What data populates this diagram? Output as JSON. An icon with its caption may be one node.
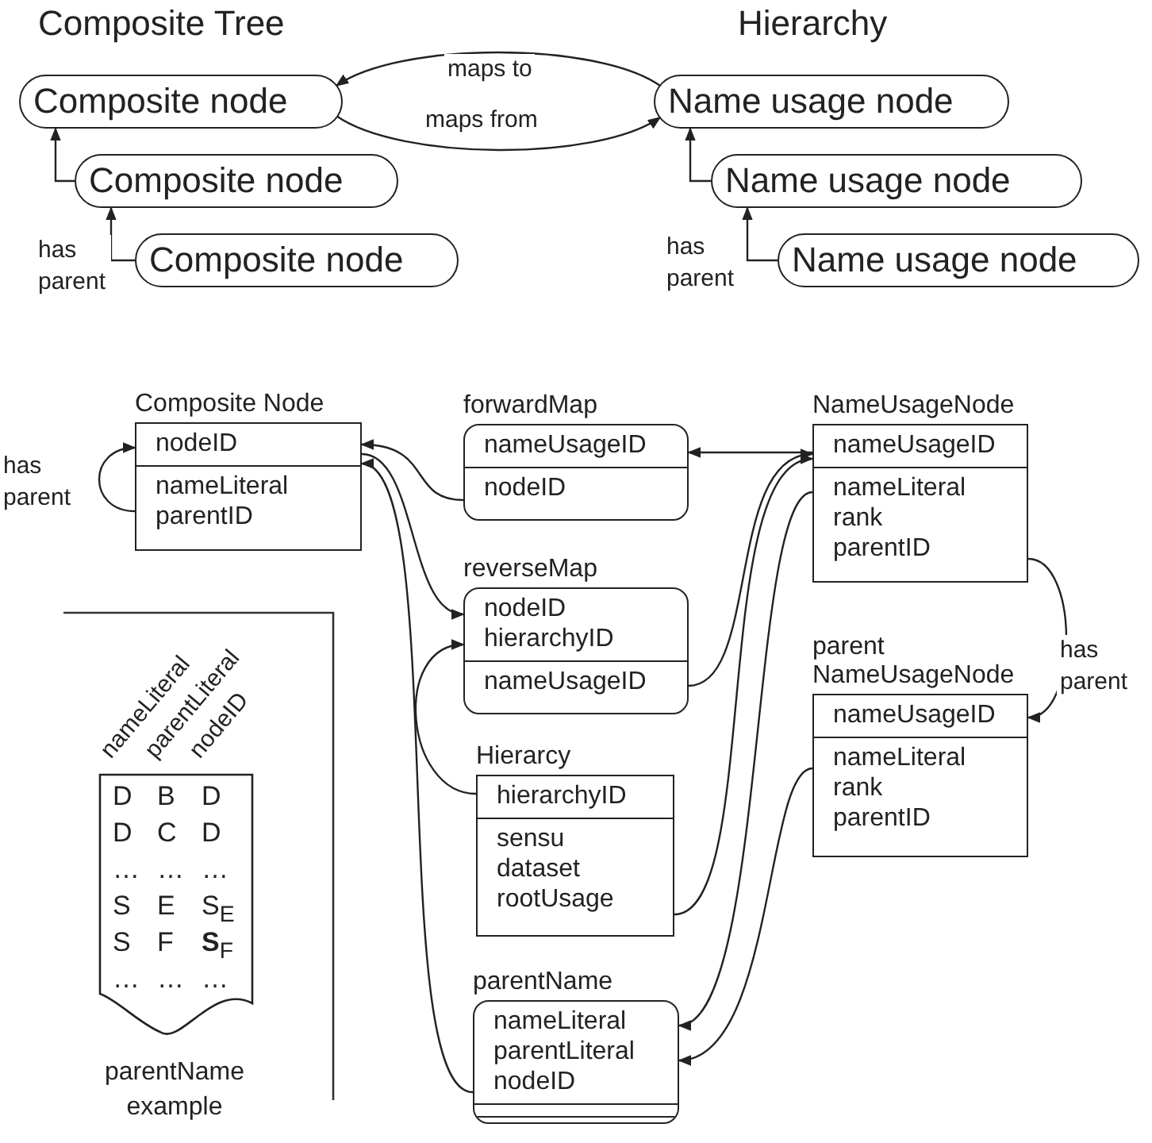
{
  "diagram": {
    "nodes": [
      {
        "text": [
          "Composite node"
        ]
      },
      {
        "text": [
          "Composite node"
        ]
      },
      {
        "text": [
          "Composite node"
        ]
      },
      {
        "text": [
          "Name usage node"
        ]
      },
      {
        "text": [
          "Name usage node"
        ]
      },
      {
        "text": [
          "Name usage node"
        ]
      },
      {
        "text": [
          "Composite Node",
          "nodeID",
          "nameLiteral",
          "parentID"
        ]
      },
      {
        "text": [
          "forwardMap",
          "nameUsageID",
          "nodeID"
        ]
      },
      {
        "text": [
          "reverseMap",
          "nodeID",
          "hierarchyID",
          "nameUsageID"
        ]
      },
      {
        "text": [
          "NameUsageNode",
          "nameUsageID",
          "nameLiteral",
          "rank",
          "parentID"
        ]
      },
      {
        "text": [
          "parent NameUsageNode",
          "nameUsageID",
          "nameLiteral",
          "rank",
          "parentID"
        ]
      },
      {
        "text": [
          "Hierarcy",
          "hierarchyID",
          "sensu",
          "dataset",
          "rootUsage"
        ]
      },
      {
        "text": [
          "parentName",
          "nameLiteral",
          "parentLiteral",
          "nodeID"
        ]
      },
      {
        "text": [
          "nameLiteral",
          "parentLiteral",
          "nodeID",
          "D",
          "B",
          "D",
          "D",
          "C",
          "D",
          "…",
          "…",
          "…",
          "S",
          "E",
          "S$_{E}$",
          "S",
          "F",
          "**S**$_{F}$",
          "…",
          "…",
          "…",
          "parentName example"
        ]
      }
    ],
    "edges": [
      {
        "from": 1,
        "to": 0,
        "arrow": "to"
      },
      {
        "from": 2,
        "to": 1,
        "arrow": "to",
        "label": "has parent"
      },
      {
        "from": 4,
        "to": 3,
        "arrow": "to"
      },
      {
        "from": 5,
        "to": 4,
        "arrow": "to",
        "label": "has parent"
      },
      {
        "from": 3,
        "to": 0,
        "arrow": "to",
        "label": "maps to"
      },
      {
        "from": 0,
        "to": 3,
        "arrow": "to",
        "label": "maps from"
      },
      {
        "from": 6,
        "to": 6,
        "arrow": "to",
        "label": "has parent"
      },
      {
        "from": 7,
        "to": 6,
        "arrow": "to"
      },
      {
        "from": 9,
        "to": 7,
        "arrow": "to"
      },
      {
        "from": 6,
        "to": 8,
        "arrow": "to"
      },
      {
        "from": 11,
        "to": 8,
        "arrow": "to"
      },
      {
        "from": 8,
        "to": 9,
        "arrow": "to"
      },
      {
        "from": 11,
        "to": 9,
        "arrow": "to"
      },
      {
        "from": 9,
        "to": 12,
        "arrow": "to"
      },
      {
        "from": 10,
        "to": 12,
        "arrow": "to"
      },
      {
        "from": 12,
        "to": 6,
        "arrow": "to"
      },
      {
        "from": 9,
        "to": 10,
        "arrow": "to",
        "label": "has parent"
      }
    ],
    "labels": [
      "Composite Tree",
      "Hierarchy"
    ]
  }
}
